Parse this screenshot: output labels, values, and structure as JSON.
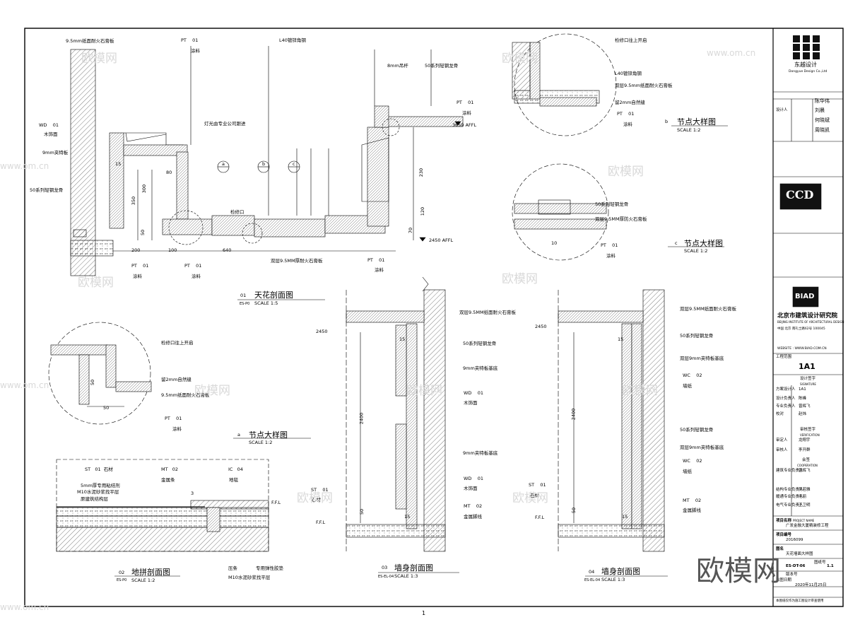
{
  "drawings": {
    "d01": {
      "num": "01",
      "title": "天花剖面图",
      "sheet_ref": "ES-P0",
      "scale": "SCALE 1:5"
    },
    "da": {
      "num": "a",
      "title": "节点大样图",
      "scale": "SCALE 1:2"
    },
    "db": {
      "num": "b",
      "title": "节点大样图",
      "scale": "SCALE 1:2"
    },
    "dc": {
      "num": "c",
      "title": "节点大样图",
      "scale": "SCALE 1:2"
    },
    "d02": {
      "num": "02",
      "title": "地拼剖面图",
      "sheet_ref": "ES-P0",
      "scale": "SCALE 1:2"
    },
    "d03": {
      "num": "03",
      "title": "墙身剖面图",
      "sheet_ref": "ES-EL-04",
      "scale": "SCALE 1:3"
    },
    "d04": {
      "num": "04",
      "title": "墙身剖面图",
      "sheet_ref": "ES-EL-04",
      "scale": "SCALE 1:3"
    }
  },
  "annotations": {
    "gypsum_95": "9.5mm纸面耐火石膏板",
    "l40": "L40镀锌角钢",
    "rod": "8mm吊杆",
    "keel50": "50系列轻钢龙骨",
    "light_note": "灯光由专业公司跟进",
    "wood_9mm": "9mm夹特板",
    "access": "检修口",
    "double_gypsum": "双层9.5MM厚耐火石膏板",
    "access_up": "检修口往上开启",
    "gap2": "留2mm自然缝",
    "double_gypsum_b": "双层9.5mm纸面耐火石膏板",
    "keel50_c": "50系列轻钢龙骨",
    "double_fire_c": "双层9.5MM厚防火石膏板",
    "double_gypsum_wall": "双层9.5MM纸面耐火石膏板",
    "wood_base": "9mm夹特板基底",
    "double_9_base": "双层9mm夹特板基底",
    "bond5": "5mm厚专用粘结剂",
    "m10": "M10水泥砂浆找平层",
    "structure": "原建筑结构层",
    "strip": "压条",
    "glue": "专用弹性胶垫",
    "m10b": "M10水泥砂浆找平层",
    "ffl": "F.F.L",
    "affl1": "3650 AFFL",
    "affl2": "2450 AFFL",
    "dim_2450": "2450",
    "dim_2400": "2400",
    "dim_3": "3"
  },
  "tags": {
    "pt": {
      "code": "PT",
      "num": "01",
      "name": "涂料"
    },
    "wd": {
      "code": "WD",
      "num": "01",
      "name": "木饰面"
    },
    "wc": {
      "code": "WC",
      "num": "02",
      "name": "墙纸"
    },
    "st": {
      "code": "ST",
      "num": "01",
      "name": "石材"
    },
    "mt": {
      "code": "MT",
      "num": "02",
      "name": "金属条"
    },
    "mt_base": {
      "code": "MT",
      "num": "02",
      "name": "金属脚线"
    },
    "ic": {
      "code": "IC",
      "num": "04",
      "name": "地毯"
    }
  },
  "dims": {
    "d15": "15",
    "d80": "80",
    "d300": "300",
    "d350": "350",
    "d50": "50",
    "d200": "200",
    "d100": "100",
    "d640": "640",
    "d230": "230",
    "d120": "120",
    "d70": "70",
    "d10": "10",
    "d3": "3"
  },
  "title_block": {
    "firm1_name": "东越设计",
    "firm1_en": "Dongyue Design Co.,Ltd",
    "firm2_logo": "CCD",
    "firm3_logo": "BIAD",
    "firm3_name": "北京市建筑设计研究院",
    "firm3_en": "BEIJING INSTITUTE OF ARCHITECTURAL DESIGN",
    "firm3_addr": "中国 北京 南礼士路62号 100045",
    "firm3_web": "WEBSITE : WWW.BIAD.COM.CN",
    "area_label": "工程范围",
    "area_value": "1A1",
    "sign_label": "设计签字",
    "sign_en": "SIGNATURE",
    "verify_label": "审核签字",
    "verify_en": "VERIFICATION",
    "coop_label": "会签",
    "coop_en": "COOPERATION",
    "rows": [
      {
        "label": "方案设计人",
        "value": "1A1"
      },
      {
        "label": "设计负责人",
        "value": "陈峰"
      },
      {
        "label": "专业负责人",
        "value": "曾辉飞"
      },
      {
        "label": "校对",
        "value": "赵炜"
      },
      {
        "label": "审定人",
        "value": "龙翔宇"
      },
      {
        "label": "审核人",
        "value": "李开群"
      },
      {
        "label": "建筑专业负责人",
        "value": "曾辉飞"
      },
      {
        "label": "结构专业负责人",
        "value": "吴若雅"
      },
      {
        "label": "暖通专业负责人",
        "value": "毛丽"
      },
      {
        "label": "电气专业负责人",
        "value": "王卫明"
      }
    ],
    "proj_label": "项目名称",
    "proj_en": "PROJECT NAME",
    "proj_value": "广发金融大厦精装修工程",
    "projno_label": "项目编号",
    "projno_value": "2016099",
    "drawing_label": "图名",
    "drawing_value": "天花墙面大样图",
    "sheet_label": "图纸号",
    "sheet_value": "ES-DT-06",
    "rev_label": "版本号",
    "rev_value": "1.1",
    "date_label": "出图日期",
    "date_value": "2020年11月25日",
    "note": "本图纸仅作为施工图设计审查使用"
  },
  "top_designer": {
    "label": "设计人",
    "rows": [
      "陈华伟",
      "刘晨",
      "何晓斌",
      "周晓凯"
    ]
  },
  "page_marker": "1",
  "watermark": "欧模网",
  "watermark_url": "www.om.cn",
  "brand_corner": "欧模网"
}
